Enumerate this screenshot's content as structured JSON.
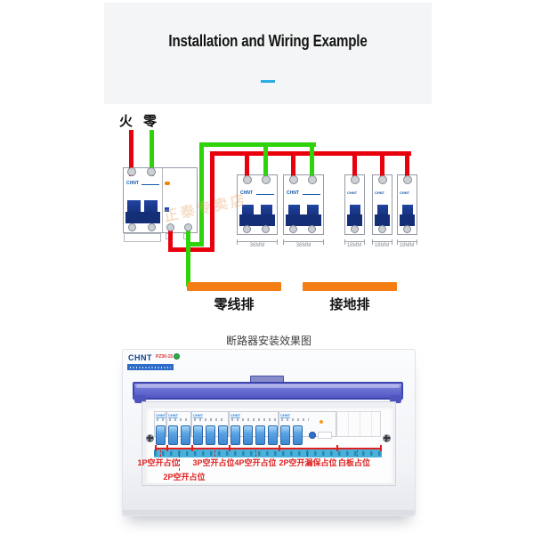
{
  "brand": "CHNT",
  "header": {
    "title": "Installation and Wiring Example"
  },
  "diagram": {
    "live_label": "火",
    "neutral_label": "零",
    "watermark": "正泰专卖店",
    "breakers": [
      {
        "type": "2P",
        "width_label": "36MM"
      },
      {
        "type": "2P",
        "width_label": "36MM"
      },
      {
        "type": "1P",
        "width_label": "18MM"
      },
      {
        "type": "1P",
        "width_label": "18MM"
      },
      {
        "type": "1P",
        "width_label": "18MM"
      }
    ],
    "neutral_bar_label": "零线排",
    "ground_bar_label": "接地排",
    "colors": {
      "live_wire": "#e8000d",
      "neutral_wire": "#2ed30a",
      "bus_bar": "#f57e14"
    }
  },
  "caption": "断路器安装效果图",
  "panel_photo": {
    "model": "PZ30-15",
    "annotations": {
      "p1": "1P空开占位",
      "p2": "2P空开占位",
      "p3": "3P空开占位",
      "p4": "4P空开占位",
      "rcd": "2P空开漏保占位",
      "blank": "白板占位"
    }
  }
}
